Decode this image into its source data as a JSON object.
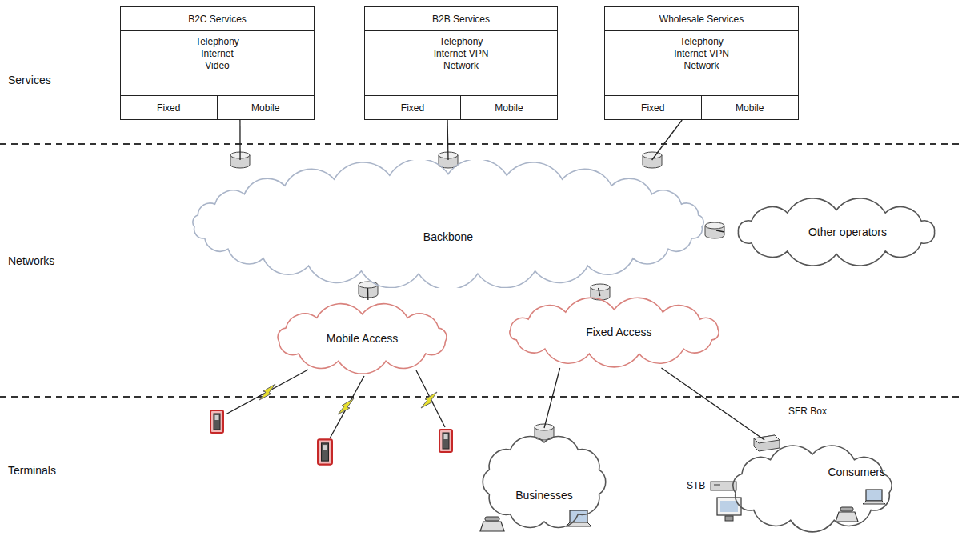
{
  "diagram": {
    "nodes": [
      {
        "text": [
          "B2C Services",
          "Telephony Internet Video"
        ]
      },
      {
        "text": [
          "Fixed"
        ],
        "in": 0
      },
      {
        "text": [
          "Mobile"
        ],
        "in": 0
      },
      {
        "text": [
          "B2B Services",
          "Telephony Internet VPN Network"
        ]
      },
      {
        "text": [
          "Fixed"
        ],
        "in": 3
      },
      {
        "text": [
          "Mobile"
        ],
        "in": 3
      },
      {
        "text": [
          "Wholesale Services",
          "Telephony Internet VPN Network"
        ]
      },
      {
        "text": [
          "Fixed"
        ],
        "in": 6
      },
      {
        "text": [
          "Mobile"
        ],
        "in": 6
      },
      {
        "text": [
          "Backbone"
        ]
      },
      {
        "text": [
          "Other operators"
        ]
      },
      {
        "text": [
          "Mobile Access"
        ]
      },
      {
        "text": [
          "Fixed Access"
        ]
      },
      {
        "text": [
          "Businesses"
        ]
      },
      {
        "text": [
          "Consumers"
        ]
      }
    ],
    "edges": [
      {
        "from": 0,
        "to": 9,
        "arrow": "none"
      },
      {
        "from": 3,
        "to": 9,
        "arrow": "none"
      },
      {
        "from": 6,
        "to": 9,
        "arrow": "none"
      },
      {
        "from": 9,
        "to": 10,
        "arrow": "none"
      },
      {
        "from": 9,
        "to": 11,
        "arrow": "none"
      },
      {
        "from": 9,
        "to": 12,
        "arrow": "none"
      },
      {
        "from": 12,
        "to": 13,
        "arrow": "none"
      },
      {
        "from": 12,
        "to": 14,
        "arrow": "none"
      }
    ],
    "labels": [
      "Services",
      "Networks",
      "Terminals",
      "SFR Box",
      "STB"
    ]
  }
}
